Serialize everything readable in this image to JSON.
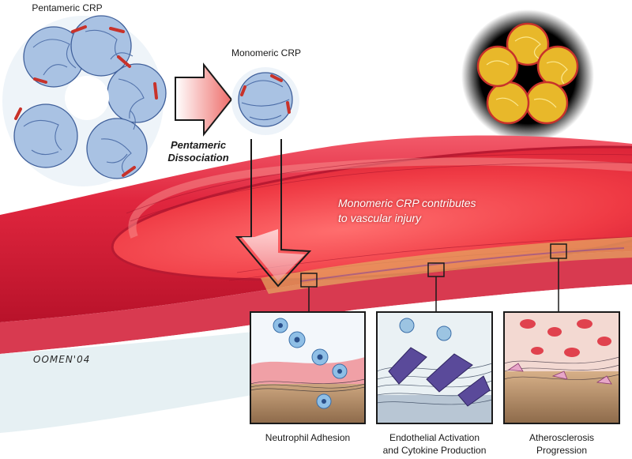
{
  "labels": {
    "pentameric_crp": "Pentameric CRP",
    "monomeric_crp": "Monomeric CRP",
    "dissociation_line1": "Pentameric",
    "dissociation_line2": "Dissociation",
    "injury_line1": "Monomeric CRP contributes",
    "injury_line2": "to vascular injury",
    "signature": "OOMEN'04",
    "panel1": "Neutrophil Adhesion",
    "panel2_line1": "Endothelial Activation",
    "panel2_line2": "and Cytokine Production",
    "panel3_line1": "Atherosclerosis",
    "panel3_line2": "Progression"
  },
  "colors": {
    "protein_blue": "#8fb0d8",
    "strand_red": "#c8322a",
    "vessel_red": "#d8243c",
    "tissue_tan": "#c9a070",
    "arrow_fill": "#f2a7a2",
    "background": "#ffffff"
  }
}
